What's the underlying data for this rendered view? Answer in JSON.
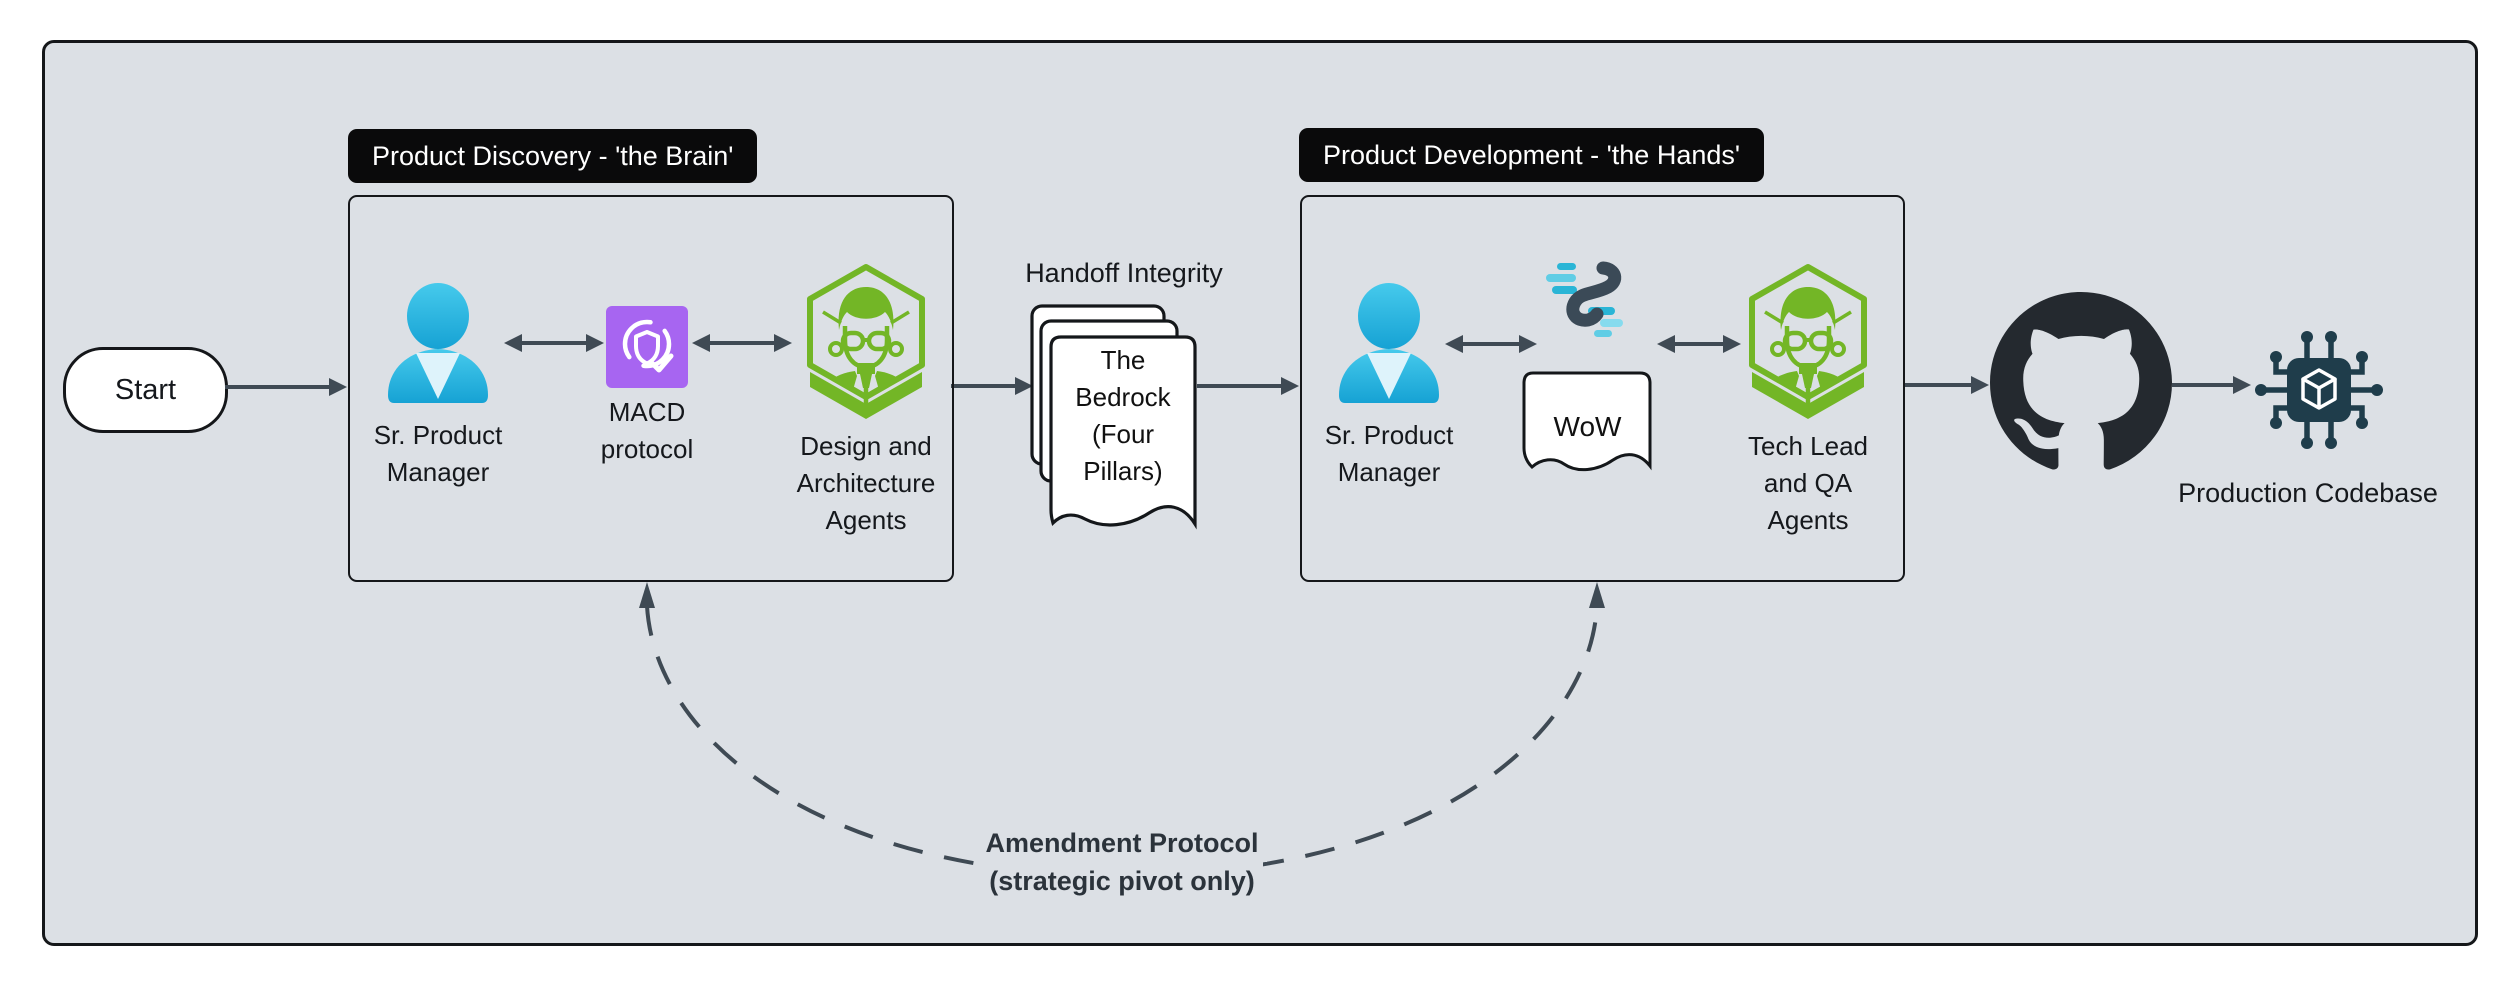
{
  "colors": {
    "canvas": "#dce0e5",
    "node_green": "#73b626",
    "node_purple": "#a765f1",
    "node_cyan": "#2fbfe4",
    "arrow": "#3f4a54",
    "badge_bg": "#0a0a0b",
    "chip_teal": "#1f3d4b",
    "github_black": "#24292f"
  },
  "start": {
    "label": "Start"
  },
  "discovery": {
    "title": "Product Discovery - 'the Brain'",
    "pm_label": "Sr. Product\nManager",
    "macd_label": "MACD\nprotocol",
    "agents_label": "Design and\nArchitecture\nAgents"
  },
  "handoff": {
    "title": "Handoff Integrity",
    "doc_label": "The\nBedrock\n(Four\nPillars)"
  },
  "development": {
    "title": "Product Development - 'the Hands'",
    "pm_label": "Sr. Product\nManager",
    "wow_label": "WoW",
    "agents_label": "Tech Lead\nand QA\nAgents"
  },
  "output": {
    "codebase_label": "Production Codebase"
  },
  "amendment": {
    "line1": "Amendment Protocol",
    "line2": "(strategic pivot only)"
  }
}
